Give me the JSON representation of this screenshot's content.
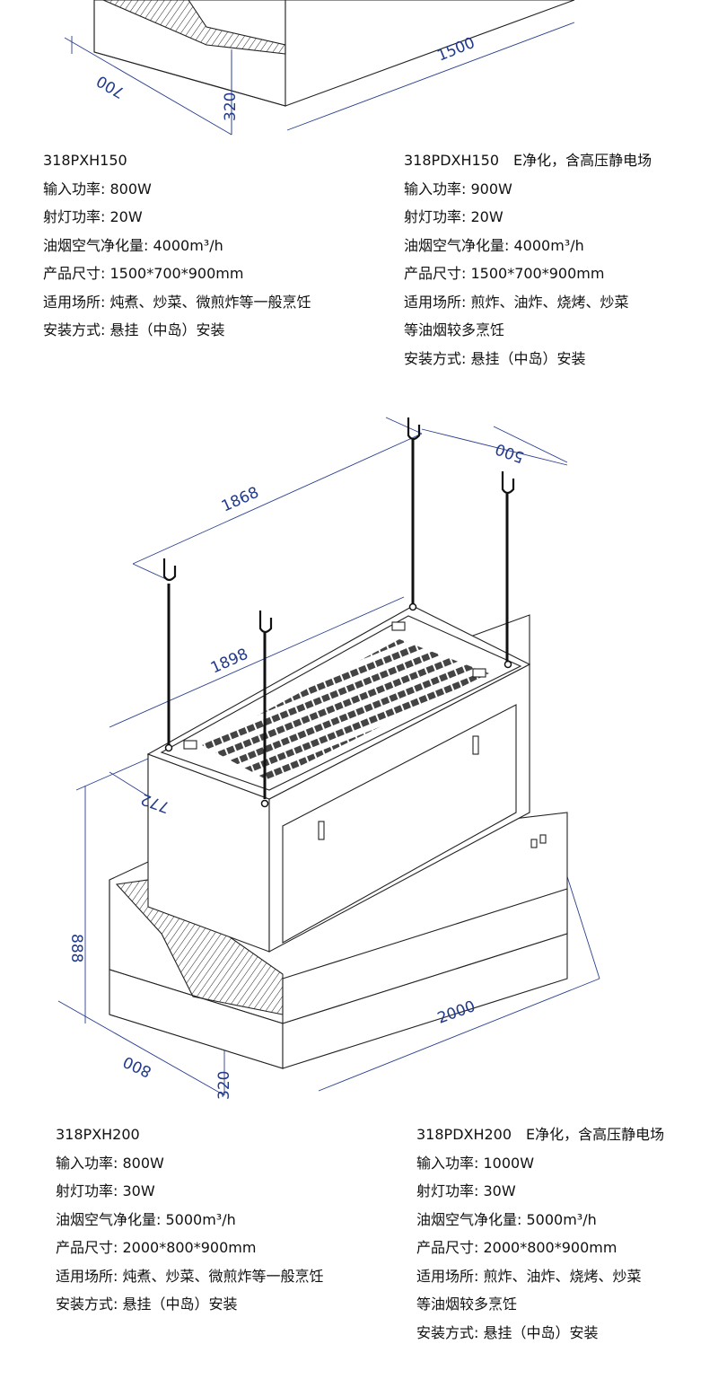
{
  "drawing1": {
    "dims": {
      "depth": "700",
      "height": "320",
      "length": "1500"
    }
  },
  "block1_left": {
    "model": "318PXH150",
    "lines": [
      "输入功率: 800W",
      "射灯功率: 20W",
      "油烟空气净化量: 4000m³/h",
      "产品尺寸: 1500*700*900mm",
      "适用场所: 炖煮、炒菜、微煎炸等一般烹饪",
      "安装方式: 悬挂（中岛）安装"
    ]
  },
  "block1_right": {
    "model": "318PDXH150　E净化，含高压静电场",
    "lines": [
      "输入功率: 900W",
      "射灯功率: 20W",
      "油烟空气净化量: 4000m³/h",
      "产品尺寸: 1500*700*900mm",
      "适用场所: 煎炸、油炸、烧烤、炒菜",
      "等油烟较多烹饪",
      "安装方式: 悬挂（中岛）安装"
    ]
  },
  "drawing2": {
    "dims": {
      "hook_length": "1868",
      "hook_width": "500",
      "top_length": "1898",
      "top_width": "772",
      "height_total": "888",
      "base_height": "320",
      "depth": "800",
      "length": "2000"
    }
  },
  "block2_left": {
    "model": "318PXH200",
    "lines": [
      "输入功率: 800W",
      "射灯功率: 30W",
      "油烟空气净化量: 5000m³/h",
      "产品尺寸: 2000*800*900mm",
      "适用场所: 炖煮、炒菜、微煎炸等一般烹饪",
      "安装方式: 悬挂（中岛）安装"
    ]
  },
  "block2_right": {
    "model": "318PDXH200　E净化，含高压静电场",
    "lines": [
      "输入功率: 1000W",
      "射灯功率: 30W",
      "油烟空气净化量: 5000m³/h",
      "产品尺寸: 2000*800*900mm",
      "适用场所: 煎炸、油炸、烧烤、炒菜",
      "等油烟较多烹饪",
      "安装方式: 悬挂（中岛）安装"
    ]
  }
}
